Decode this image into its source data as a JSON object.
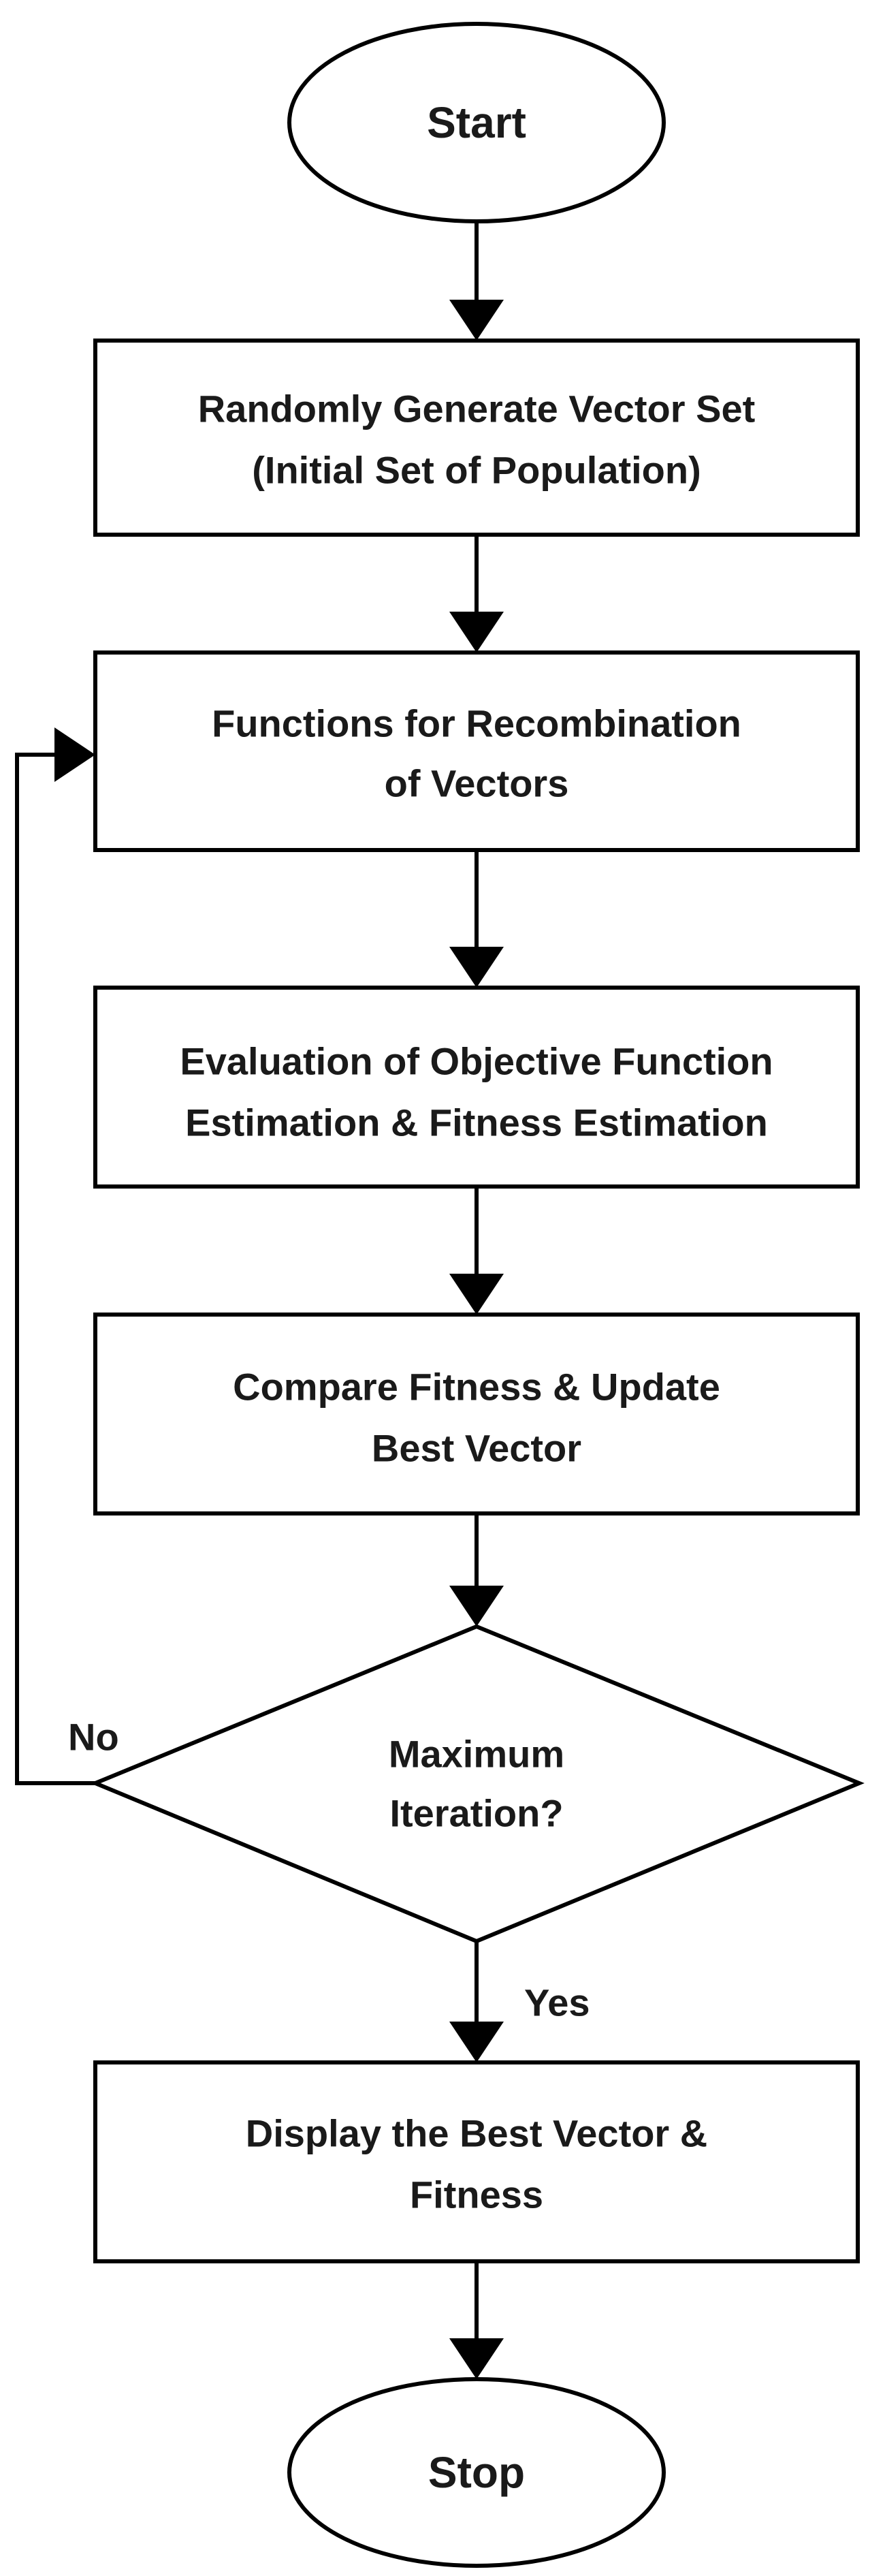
{
  "nodes": {
    "start": {
      "lines": [
        "Start"
      ]
    },
    "generate": {
      "lines": [
        "Randomly Generate Vector Set",
        "(Initial Set of Population)"
      ]
    },
    "recombine": {
      "lines": [
        "Functions for Recombination",
        "of Vectors"
      ]
    },
    "evaluate": {
      "lines": [
        "Evaluation of Objective Function",
        "Estimation & Fitness Estimation"
      ]
    },
    "compare": {
      "lines": [
        "Compare Fitness & Update",
        "Best Vector"
      ]
    },
    "decision": {
      "lines": [
        "Maximum",
        "Iteration?"
      ]
    },
    "display": {
      "lines": [
        "Display the Best Vector &",
        "Fitness"
      ]
    },
    "stop": {
      "lines": [
        "Stop"
      ]
    }
  },
  "edge_labels": {
    "no": "No",
    "yes": "Yes"
  },
  "colors": {
    "stroke": "#000000",
    "fill": "#ffffff",
    "text": "#1a1a1a"
  }
}
